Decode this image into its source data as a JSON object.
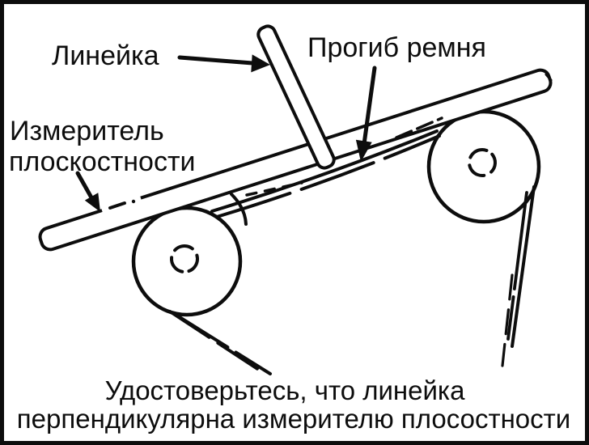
{
  "diagram": {
    "title_hint": "belt-deflection-measurement-diagram",
    "labels": {
      "ruler": "Линейка",
      "belt_deflection": "Прогиб ремня",
      "flatness_gauge_line1": "Измеритель",
      "flatness_gauge_line2": "плоскостности"
    },
    "caption": {
      "line1": "Удостоверьтесь, что линейка",
      "line2": "перпендикулярна измерителю плосостности"
    },
    "colors": {
      "ink": "#0d0d0d",
      "background": "#ffffff"
    }
  }
}
